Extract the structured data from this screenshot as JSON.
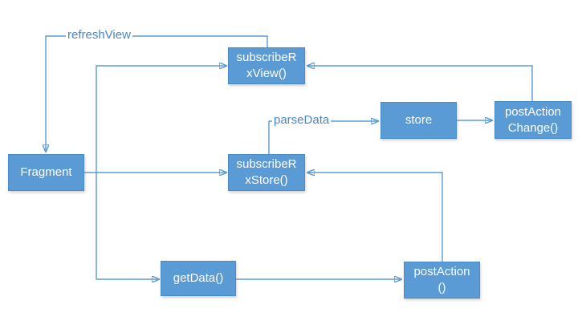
{
  "diagram": {
    "nodes": {
      "fragment": {
        "label": "Fragment"
      },
      "subscribe_rx_view": {
        "line1": "subscribeR",
        "line2": "xView()"
      },
      "subscribe_rx_store": {
        "line1": "subscribeR",
        "line2": "xStore()"
      },
      "store": {
        "label": "store"
      },
      "post_action_change": {
        "line1": "postAction",
        "line2": "Change()"
      },
      "get_data": {
        "label": "getData()"
      },
      "post_action": {
        "line1": "postAction",
        "line2": "()"
      }
    },
    "edge_labels": {
      "refresh_view": "refreshView",
      "parse_data": "parseData"
    },
    "colors": {
      "node_fill": "#5b9bd5",
      "node_border": "#4a8bc9",
      "node_text": "#ffffff",
      "connector": "#5b9bd5",
      "label_text": "#4a86c8",
      "background": "#ffffff"
    }
  }
}
